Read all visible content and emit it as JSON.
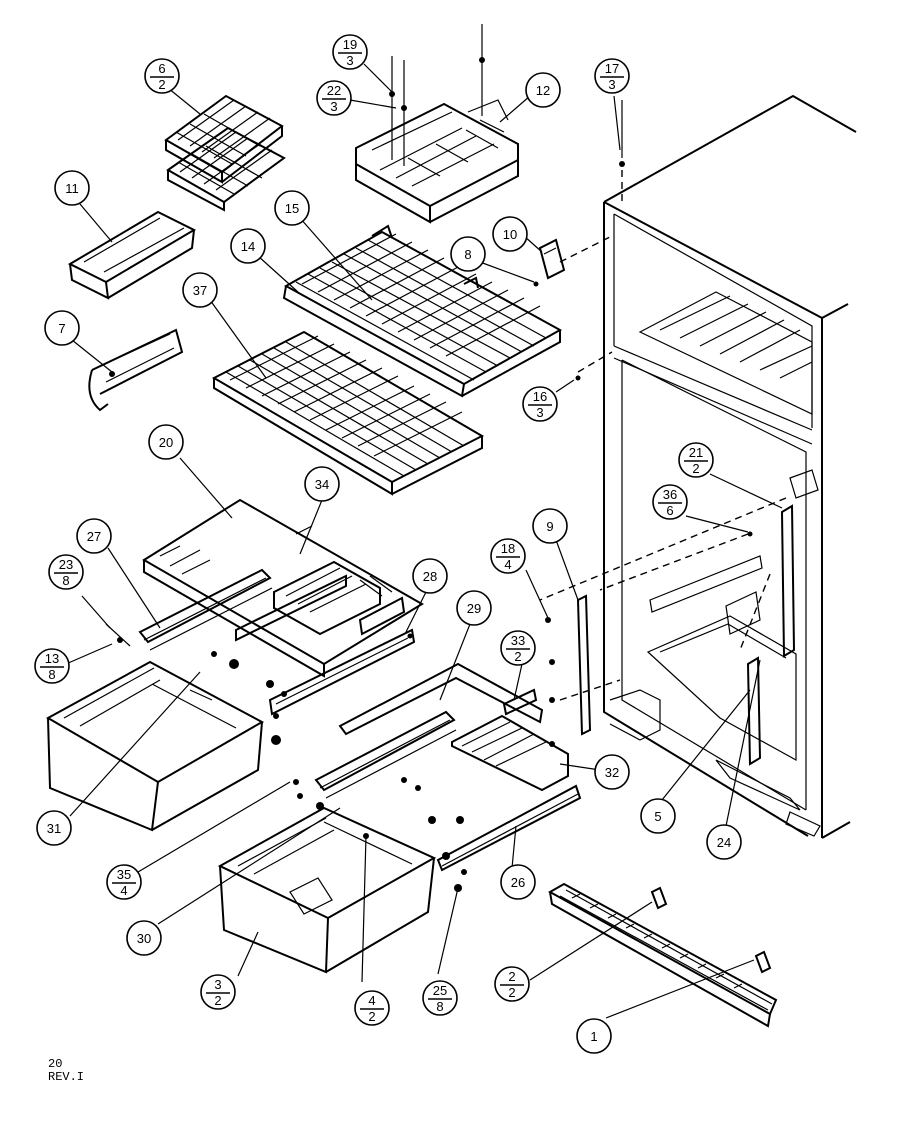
{
  "diagram": {
    "callouts": [
      {
        "id": "c6-2",
        "top": "6",
        "bottom": "2"
      },
      {
        "id": "c19-3",
        "top": "19",
        "bottom": "3"
      },
      {
        "id": "c22-3",
        "top": "22",
        "bottom": "3"
      },
      {
        "id": "c12",
        "top": "12"
      },
      {
        "id": "c17-3",
        "top": "17",
        "bottom": "3"
      },
      {
        "id": "c11",
        "top": "11"
      },
      {
        "id": "c15",
        "top": "15"
      },
      {
        "id": "c14",
        "top": "14"
      },
      {
        "id": "c10",
        "top": "10"
      },
      {
        "id": "c8",
        "top": "8"
      },
      {
        "id": "c37",
        "top": "37"
      },
      {
        "id": "c7",
        "top": "7"
      },
      {
        "id": "c16-3",
        "top": "16",
        "bottom": "3"
      },
      {
        "id": "c20",
        "top": "20"
      },
      {
        "id": "c21-2",
        "top": "21",
        "bottom": "2"
      },
      {
        "id": "c34",
        "top": "34"
      },
      {
        "id": "c36-6",
        "top": "36",
        "bottom": "6"
      },
      {
        "id": "c27",
        "top": "27"
      },
      {
        "id": "c9",
        "top": "9"
      },
      {
        "id": "c23-8",
        "top": "23",
        "bottom": "8"
      },
      {
        "id": "c18-4",
        "top": "18",
        "bottom": "4"
      },
      {
        "id": "c28",
        "top": "28"
      },
      {
        "id": "c29",
        "top": "29"
      },
      {
        "id": "c13-8",
        "top": "13",
        "bottom": "8"
      },
      {
        "id": "c33-2",
        "top": "33",
        "bottom": "2"
      },
      {
        "id": "c32",
        "top": "32"
      },
      {
        "id": "c5",
        "top": "5"
      },
      {
        "id": "c31",
        "top": "31"
      },
      {
        "id": "c24",
        "top": "24"
      },
      {
        "id": "c35-4",
        "top": "35",
        "bottom": "4"
      },
      {
        "id": "c26",
        "top": "26"
      },
      {
        "id": "c30",
        "top": "30"
      },
      {
        "id": "c3-2",
        "top": "3",
        "bottom": "2"
      },
      {
        "id": "c4-2",
        "top": "4",
        "bottom": "2"
      },
      {
        "id": "c25-8",
        "top": "25",
        "bottom": "8"
      },
      {
        "id": "c2-2",
        "top": "2",
        "bottom": "2"
      },
      {
        "id": "c1",
        "top": "1"
      }
    ]
  },
  "footer": {
    "page": "20",
    "rev": "REV.I"
  }
}
